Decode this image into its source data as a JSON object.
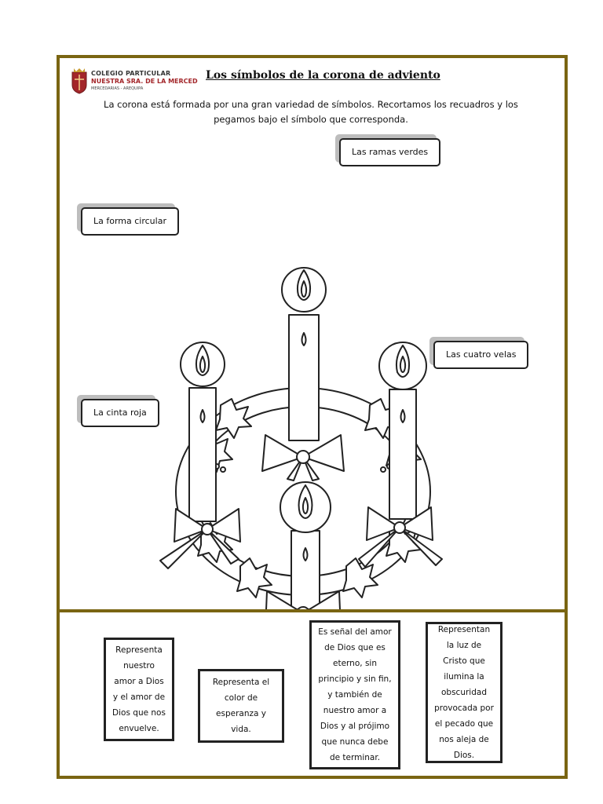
{
  "school": {
    "line1": "COLEGIO PARTICULAR",
    "line2": "NUESTRA SRA. DE LA MERCED",
    "line3": "MERCEDARIAS - AREQUIPA",
    "brand_color": "#a3262a"
  },
  "title": "Los símbolos de la corona de adviento",
  "intro": "La corona está formada por una gran variedad de símbolos. Recortamos los recuadros y los pegamos bajo el símbolo que corresponda.",
  "symbols": {
    "ramas": "Las ramas verdes",
    "forma": "La forma circular",
    "velas": "Las cuatro velas",
    "cinta": "La cinta roja"
  },
  "cards": [
    "Representa nuestro amor a Dios y el amor de Dios que nos envuelve.",
    "Representa el color de esperanza y vida.",
    "Es señal del amor de Dios que es eterno, sin principio y sin fin, y también de nuestro amor a Dios y al prójimo que nunca debe de terminar.",
    "Representan la luz de Cristo que ilumina la obscuridad provocada por el pecado que nos aleja de Dios."
  ],
  "frame_color": "#7a6512",
  "illustration_icon": "advent-wreath-icon"
}
